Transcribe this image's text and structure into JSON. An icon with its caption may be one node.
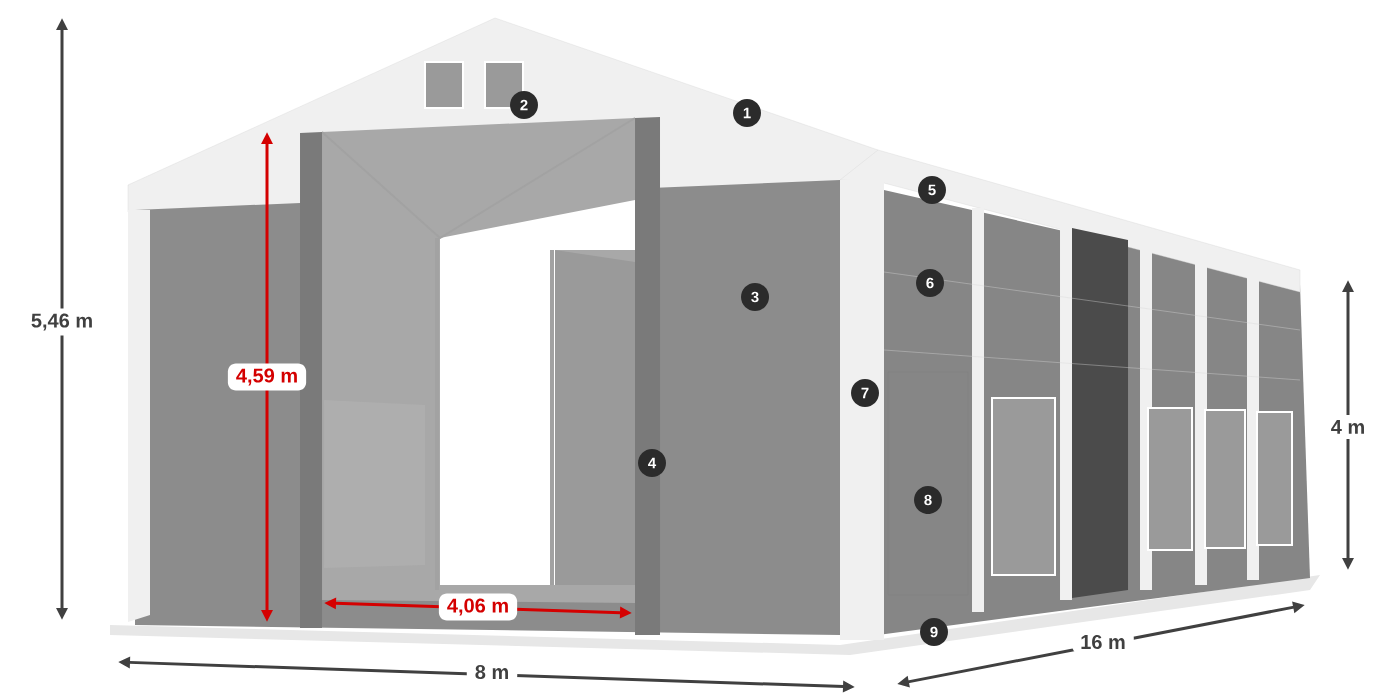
{
  "diagram": {
    "labels": [
      "2",
      "1",
      "5",
      "6",
      "3",
      "5,46 m",
      "4,59 m",
      "7",
      "4 m",
      "4",
      "8",
      "4,06 m",
      "9",
      "16 m",
      "8 m"
    ]
  }
}
